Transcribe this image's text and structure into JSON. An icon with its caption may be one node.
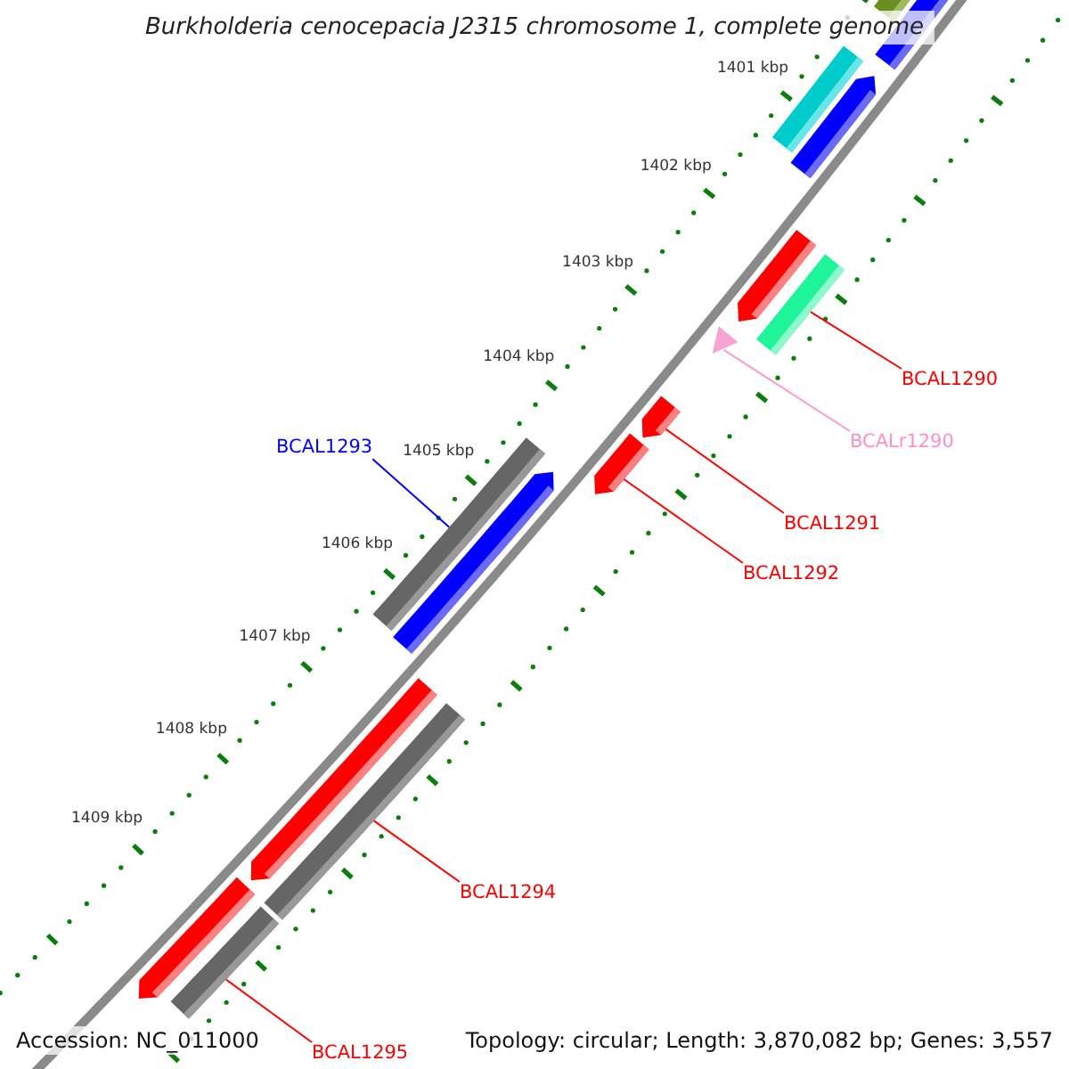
{
  "diagram": {
    "title": "Burkholderia cenocepacia J2315 chromosome 1, complete genome",
    "nodes": [
      {
        "text": [
          "BCAL1290"
        ]
      },
      {
        "text": [],
        "shape": "bar"
      },
      {
        "text": [
          "BCALr1290"
        ]
      },
      {
        "text": [],
        "shape": "triangle"
      },
      {
        "text": [
          "BCAL1293"
        ]
      },
      {
        "text": [],
        "shape": "bar"
      },
      {
        "text": [
          "BCAL1291"
        ]
      },
      {
        "text": [],
        "shape": "arrow"
      },
      {
        "text": [
          "BCAL1292"
        ]
      },
      {
        "text": [],
        "shape": "arrow"
      },
      {
        "text": [
          "BCAL1294"
        ]
      },
      {
        "text": [],
        "shape": "bar"
      },
      {
        "text": [
          "BCAL1295"
        ]
      },
      {
        "text": [],
        "shape": "bar"
      }
    ],
    "edges": [
      {
        "from": 0,
        "to": 1,
        "arrow": "none"
      },
      {
        "from": 2,
        "to": 3,
        "arrow": "none",
        "color": "#ff99cc"
      },
      {
        "from": 4,
        "to": 5,
        "arrow": "none",
        "color": "#0000ff"
      },
      {
        "from": 6,
        "to": 7,
        "arrow": "none"
      },
      {
        "from": 8,
        "to": 9,
        "arrow": "none"
      },
      {
        "from": 10,
        "to": 11,
        "arrow": "none"
      },
      {
        "from": 12,
        "to": 13,
        "arrow": "none"
      }
    ],
    "labels": [
      "1401 kbp",
      "1402 kbp",
      "1403 kbp",
      "1404 kbp",
      "1405 kbp",
      "1406 kbp",
      "1407 kbp",
      "1408 kbp",
      "1409 kbp",
      "Accession: NC_011000",
      "Topology: circular; Length: 3,870,082 bp; Genes: 3,557"
    ]
  }
}
